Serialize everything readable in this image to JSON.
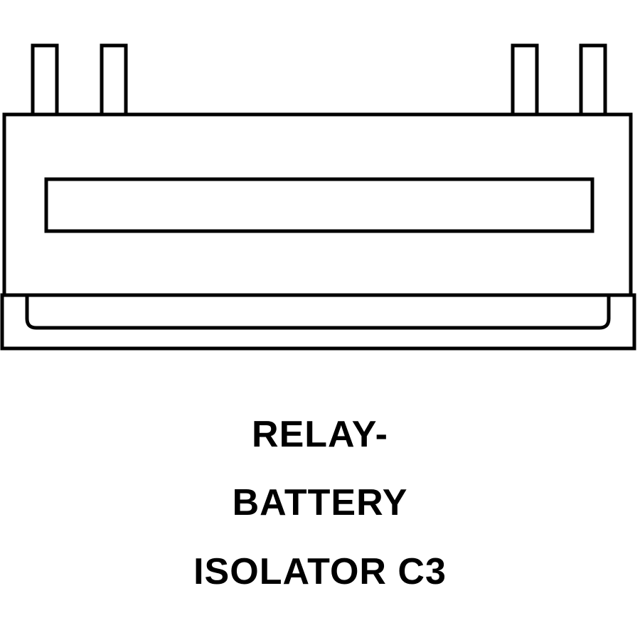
{
  "label": {
    "lines": [
      "RELAY-",
      "BATTERY",
      "ISOLATOR C3"
    ]
  },
  "colors": {
    "line": "#000000",
    "background": "#ffffff"
  }
}
